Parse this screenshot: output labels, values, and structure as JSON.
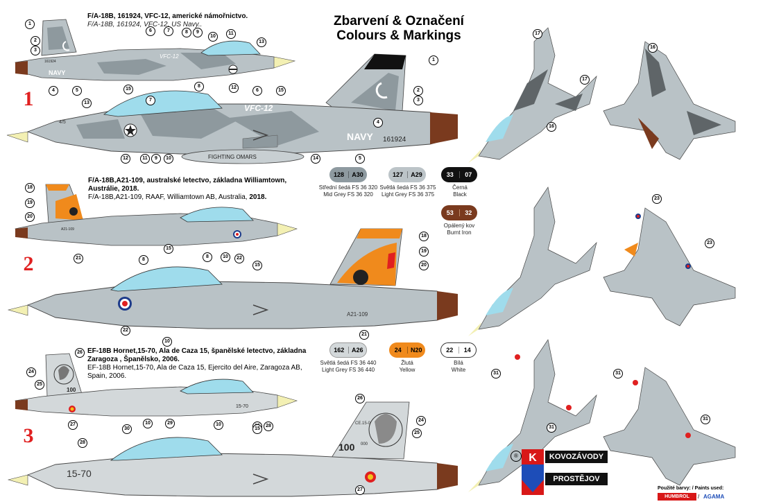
{
  "header": {
    "title_cz": "Zbarvení & Označení",
    "title_en": "Colours & Markings"
  },
  "schemes": [
    {
      "number": "1",
      "caption_cz": "F/A-18B, 161924, VFC-12, americké námořnictvo.",
      "caption_en": "F/A-18B, 161924, VFC-12, US Navy..",
      "markings": {
        "tail_code": "VFC-12",
        "serial": "161924",
        "navy": "NAVY",
        "modex": "4/5",
        "tank_text": "FIGHTING OMARS"
      }
    },
    {
      "number": "2",
      "caption_cz": "F/A-18B,A21-109, australské letectvo, základna Williamtown, Austrálie, 2018.",
      "caption_en_prefix": "F/A-18B,A21-109, RAAF, Williamtown AB, Australia, ",
      "caption_en_year": "2018.",
      "markings": {
        "serial": "A21-109"
      }
    },
    {
      "number": "3",
      "caption_cz": "EF-18B Hornet,15-70, Ala de Caza 15, španělské letectvo, základna Zaragoza , Španělsko, 2006.",
      "caption_en": "EF-18B Hornet,15-70, Ala de Caza 15, Ejercito del Aire, Zaragoza AB, Spain, 2006.",
      "markings": {
        "code": "15-70",
        "tail_small": "CE.15-0",
        "badge": "100",
        "badge_sup": "000"
      }
    }
  ],
  "colors": [
    {
      "a": "128",
      "b": "A30",
      "cz": "Střední šedá FS 36 320",
      "en": "Mid Grey FS 36 320",
      "hex": "#8e9aa0",
      "text": "#000"
    },
    {
      "a": "127",
      "b": "A29",
      "cz": "Světlá šedá FS 36 375",
      "en": "Light Grey FS 36 375",
      "hex": "#bcc4c8",
      "text": "#000"
    },
    {
      "a": "33",
      "b": "07",
      "cz": "Černá",
      "en": "Black",
      "hex": "#111111",
      "text": "#fff"
    },
    {
      "a": "53",
      "b": "32",
      "cz": "Opálený kov",
      "en": "Burnt Iron",
      "hex": "#7a3a1e",
      "text": "#fff"
    },
    {
      "a": "162",
      "b": "A26",
      "cz": "Světlá šedá FS 36 440",
      "en": "Light Grey FS 36 440",
      "hex": "#d3d8da",
      "text": "#000"
    },
    {
      "a": "24",
      "b": "N20",
      "cz": "Žlutá",
      "en": "Yellow",
      "hex": "#f08a1c",
      "text": "#000"
    },
    {
      "a": "22",
      "b": "14",
      "cz": "Bílá",
      "en": "White",
      "hex": "#ffffff",
      "text": "#000"
    }
  ],
  "callouts": {
    "s1_top": [
      "1",
      "2",
      "3",
      "4",
      "5",
      "6",
      "7",
      "8",
      "9",
      "10",
      "11",
      "12",
      "13",
      "15"
    ],
    "s1_side": [
      "1",
      "2",
      "3",
      "4",
      "5",
      "6",
      "7",
      "8",
      "9",
      "10",
      "11",
      "12",
      "13",
      "14",
      "15"
    ],
    "s2_top": [
      "18",
      "19",
      "20",
      "21",
      "8",
      "10",
      "15",
      "22"
    ],
    "s2_side": [
      "18",
      "19",
      "20",
      "8",
      "10",
      "15",
      "21",
      "22"
    ],
    "s3_top": [
      "24",
      "25",
      "26",
      "27",
      "10",
      "15",
      "28"
    ],
    "s3_side": [
      "26",
      "24",
      "25",
      "27",
      "28",
      "29",
      "30",
      "10",
      "15"
    ],
    "plan": [
      "16",
      "17",
      "23",
      "31"
    ]
  },
  "brand": {
    "registered": "®",
    "k": "K",
    "name_top": "KOVOZÁVODY",
    "name_bottom": "PROSTĚJOV",
    "paints_label": "Použité barvy: / Paints used:",
    "paint1": "HUMBROL",
    "sep": "/",
    "paint2": "AGAMA"
  },
  "palette": {
    "camo_light": "#b9c2c6",
    "camo_mid": "#8e999e",
    "camo_dark": "#5f6568",
    "canopy": "#9fdcec",
    "radome": "#f3f0b3",
    "exhaust": "#7a3a1e",
    "red": "#e02020",
    "orange": "#f08a1c"
  }
}
